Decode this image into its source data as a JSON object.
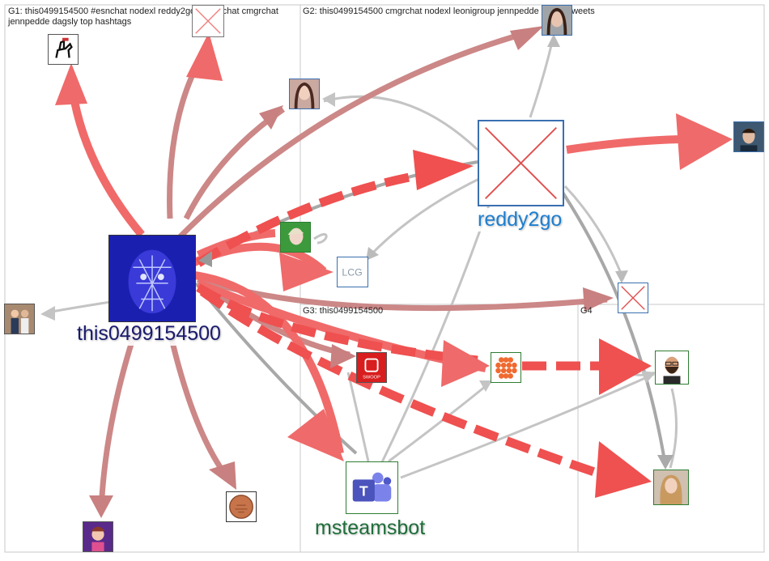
{
  "groups": [
    {
      "id": "G1",
      "label": "G1: this0499154500 #esnchat nodexl reddy2go #cmgrchat cmgrchat jennpedde dagsly top hashtags"
    },
    {
      "id": "G2",
      "label": "G2: this0499154500 cmgrchat nodexl leonigroup jennpedde porterstweets"
    },
    {
      "id": "G3",
      "label": "G3: this0499154500"
    },
    {
      "id": "G4",
      "label": "G4"
    }
  ],
  "nodes": {
    "this": {
      "label": "this0499154500",
      "label_color": "#1a1a6e"
    },
    "reddy": {
      "label": "reddy2go",
      "label_color": "#1e7fd0"
    },
    "msteams": {
      "label": "msteamsbot",
      "label_color": "#1e6e3a"
    },
    "lcg_text": "LCG",
    "swoop_text": "SWOOP"
  },
  "colors": {
    "red_edge": "#f06060",
    "rose_edge": "#c98080",
    "gray_edge": "#bdbdbd",
    "dark_gray_edge": "#999999"
  }
}
